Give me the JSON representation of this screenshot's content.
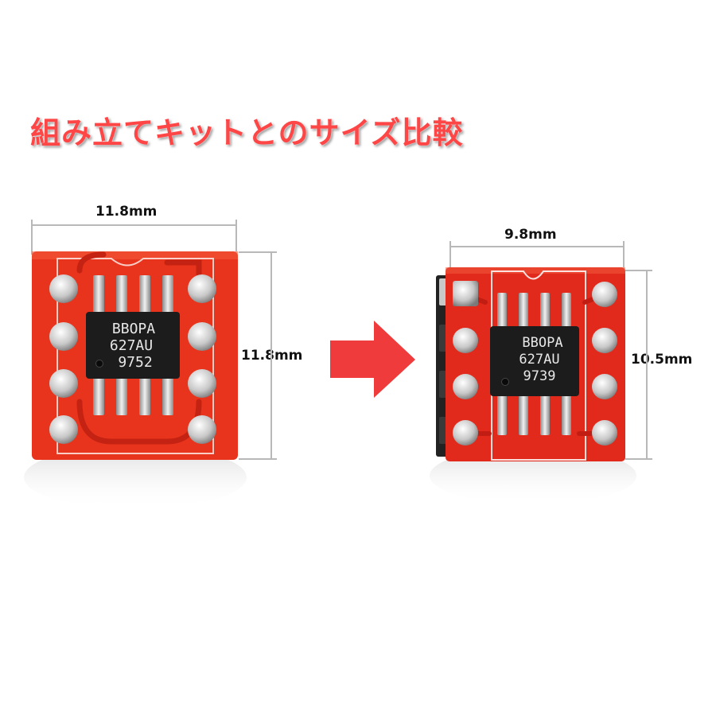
{
  "title": "組み立てキットとのサイズ比較",
  "colors": {
    "title": "#ff4646",
    "board": "#e8341c",
    "board_right": "#e12a1c",
    "chip": "#1c1c1c",
    "arrow": "#ef3b3b",
    "dimension_line": "#b8b8b8"
  },
  "left_board": {
    "width_label": "11.8mm",
    "height_label": "11.8mm",
    "chip_marking": [
      "BBOPA",
      "627AU",
      "9752"
    ]
  },
  "right_board": {
    "width_label": "9.8mm",
    "height_label": "10.5mm",
    "chip_marking": [
      "BBOPA",
      "627AU",
      "9739"
    ]
  },
  "arrow_icon": "arrow-right-icon"
}
